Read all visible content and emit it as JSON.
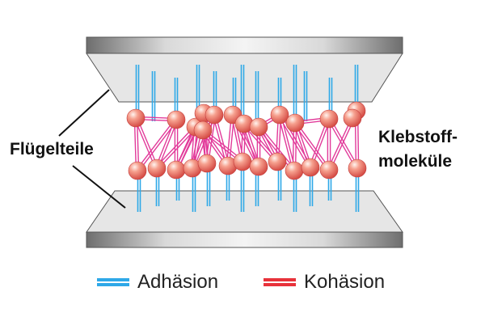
{
  "labels": {
    "parts": "Flügelteile",
    "molecules_line1": "Klebstoff-",
    "molecules_line2": "moleküle"
  },
  "legend": [
    {
      "label": "Adhäsion",
      "color": "#2ea8e8"
    },
    {
      "label": "Kohäsion",
      "color": "#e8323a"
    }
  ],
  "colors": {
    "adhesion": "#2ea8e8",
    "cohesion": "#e23a9a",
    "cohesion_legend": "#e8323a",
    "sphere": "#f08080",
    "plate_face": "#e6e6e6",
    "plate_edge": "#8a8a8a"
  }
}
